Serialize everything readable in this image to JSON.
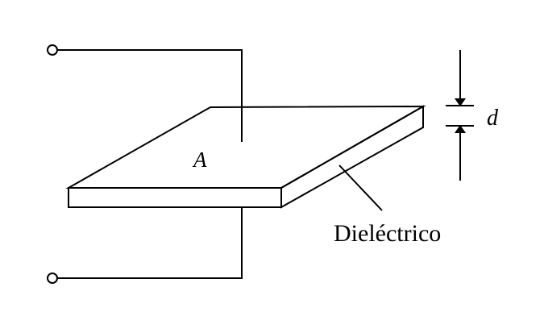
{
  "diagram": {
    "labels": {
      "area": "A",
      "separation": "d",
      "dielectric": "Dieléctrico"
    },
    "colors": {
      "stroke": "#000000",
      "background": "#ffffff"
    }
  }
}
